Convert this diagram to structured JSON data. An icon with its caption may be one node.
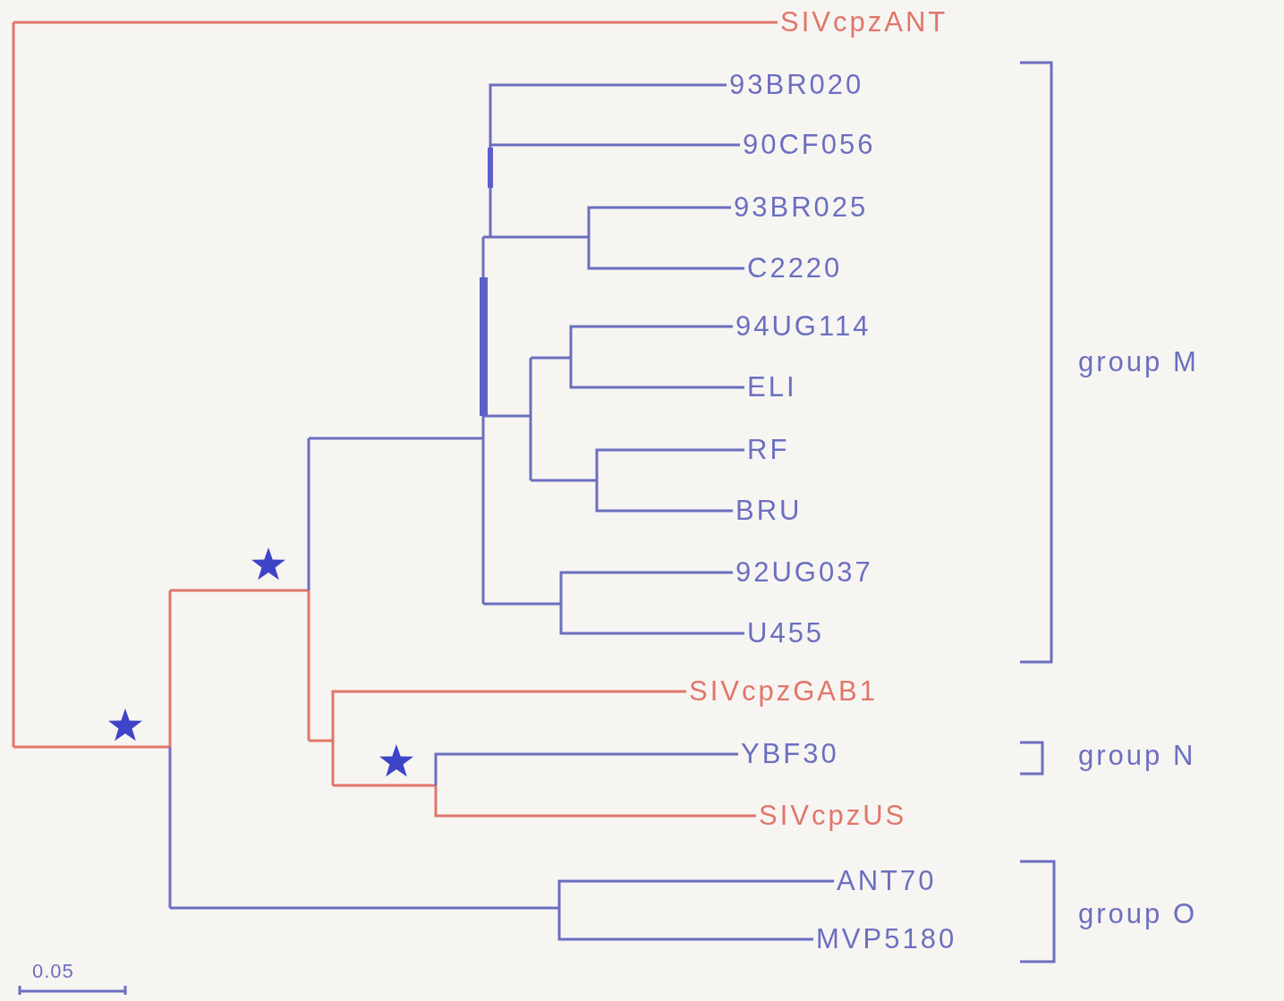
{
  "diagram": {
    "nodes": [
      {
        "text": [
          "SIVcpzANT"
        ]
      },
      {
        "text": [
          "93BR020"
        ]
      },
      {
        "text": [
          "90CF056"
        ]
      },
      {
        "text": [
          "93BR025"
        ]
      },
      {
        "text": [
          "C2220"
        ]
      },
      {
        "text": [
          "94UG114"
        ]
      },
      {
        "text": [
          "ELI"
        ]
      },
      {
        "text": [
          "RF"
        ]
      },
      {
        "text": [
          "BRU"
        ]
      },
      {
        "text": [
          "92UG037"
        ]
      },
      {
        "text": [
          "U455"
        ]
      },
      {
        "text": [
          "SIVcpzGAB1"
        ]
      },
      {
        "text": [
          "YBF30"
        ]
      },
      {
        "text": [
          "SIVcpzUS"
        ]
      },
      {
        "text": [
          "ANT70"
        ]
      },
      {
        "text": [
          "MVP5180"
        ]
      }
    ],
    "edges": [
      {
        "from": null,
        "to": 0,
        "arrow": "none",
        "color": "#e0766a"
      },
      {
        "from": null,
        "to": 1,
        "arrow": "none"
      },
      {
        "from": null,
        "to": 2,
        "arrow": "none"
      },
      {
        "from": null,
        "to": 3,
        "arrow": "none"
      },
      {
        "from": null,
        "to": 4,
        "arrow": "none"
      },
      {
        "from": null,
        "to": 5,
        "arrow": "none"
      },
      {
        "from": null,
        "to": 6,
        "arrow": "none"
      },
      {
        "from": null,
        "to": 7,
        "arrow": "none"
      },
      {
        "from": null,
        "to": 8,
        "arrow": "none"
      },
      {
        "from": null,
        "to": 9,
        "arrow": "none"
      },
      {
        "from": null,
        "to": 10,
        "arrow": "none"
      },
      {
        "from": null,
        "to": 11,
        "arrow": "none",
        "color": "#e0766a"
      },
      {
        "from": null,
        "to": 12,
        "arrow": "none"
      },
      {
        "from": null,
        "to": 13,
        "arrow": "none",
        "color": "#e0766a"
      },
      {
        "from": null,
        "to": 14,
        "arrow": "none"
      },
      {
        "from": null,
        "to": 15,
        "arrow": "none"
      }
    ],
    "labels": [
      "group M",
      "group N",
      "group O",
      "0.05"
    ]
  }
}
